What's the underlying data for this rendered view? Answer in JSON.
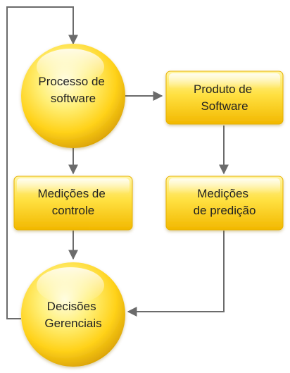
{
  "nodes": {
    "processo": {
      "lines": [
        "Processo de",
        "software"
      ],
      "shape": "circle"
    },
    "produto": {
      "lines": [
        "Produto de",
        "Software"
      ],
      "shape": "box"
    },
    "controle": {
      "lines": [
        "Medições de",
        "controle"
      ],
      "shape": "box"
    },
    "predicao": {
      "lines": [
        "Medições",
        "de predição"
      ],
      "shape": "box"
    },
    "decisoes": {
      "lines": [
        "Decisões",
        "Gerenciais"
      ],
      "shape": "circle"
    }
  },
  "edges": [
    {
      "from": "processo",
      "to": "produto"
    },
    {
      "from": "processo",
      "to": "controle"
    },
    {
      "from": "produto",
      "to": "predicao"
    },
    {
      "from": "controle",
      "to": "decisoes"
    },
    {
      "from": "predicao",
      "to": "decisoes"
    },
    {
      "from": "decisoes",
      "to": "processo"
    }
  ],
  "colors": {
    "gold_light": "#fff6a8",
    "gold_mid": "#ffd21a",
    "gold_dark": "#d49a00",
    "edge": "#6b6b6b",
    "text": "#222222"
  }
}
